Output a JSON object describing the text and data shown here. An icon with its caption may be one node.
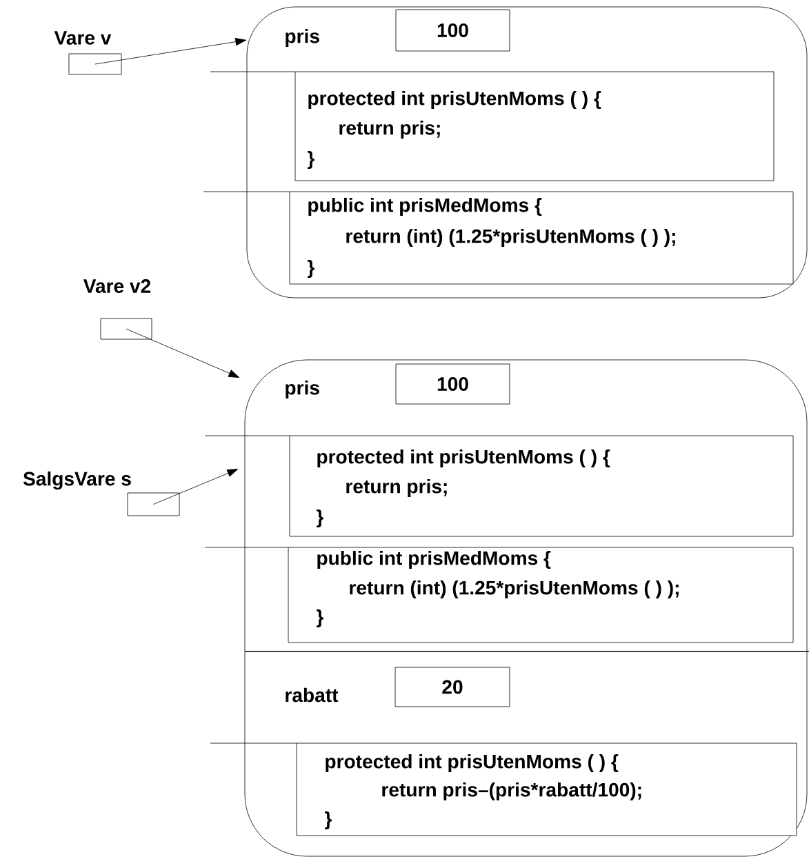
{
  "diagram": {
    "nodes": [
      {
        "text": [
          "pris"
        ]
      },
      {
        "text": [
          "100"
        ],
        "in": 0
      },
      {
        "text": [
          "protected int prisUtenMoms ( ) {",
          "return pris;",
          "}"
        ],
        "in": 0
      },
      {
        "text": [
          "public int prisMedMoms {",
          "return (int) (1.25*prisUtenMoms ( ) );",
          "}"
        ],
        "in": 0
      },
      {
        "text": [
          "Vare v"
        ]
      },
      {
        "text": [
          "Vare v2"
        ]
      },
      {
        "text": [
          "pris",
          "rabatt"
        ]
      },
      {
        "text": [
          "100"
        ],
        "in": 6
      },
      {
        "text": [
          "protected int prisUtenMoms ( ) {",
          "return pris;",
          "}"
        ],
        "in": 6
      },
      {
        "text": [
          "public int prisMedMoms {",
          "return (int) (1.25*prisUtenMoms ( ) );",
          "}"
        ],
        "in": 6
      },
      {
        "text": [
          "20"
        ],
        "in": 6
      },
      {
        "text": [
          "protected int prisUtenMoms ( ) {",
          "return pris–(pris*rabatt/100);",
          "}"
        ],
        "in": 6
      },
      {
        "text": [
          "SalgsVare s"
        ]
      }
    ],
    "edges": [
      {
        "from": 4,
        "to": 0,
        "arrow": "to"
      },
      {
        "from": 5,
        "to": 6,
        "arrow": "to"
      },
      {
        "from": 12,
        "to": 6,
        "arrow": "to"
      }
    ]
  }
}
